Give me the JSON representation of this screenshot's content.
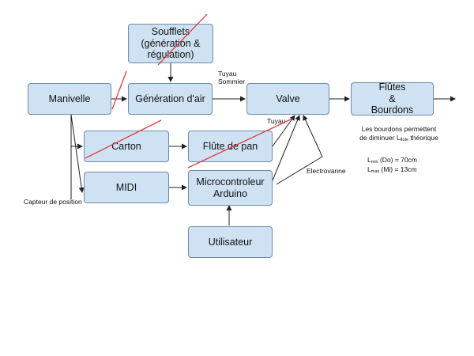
{
  "boxes": {
    "soufflets": "Soufflets\n(génération &\nrégulation)",
    "manivelle": "Manivelle",
    "generation_air": "Génération d'air",
    "valve": "Valve",
    "flutes_bourdons": "Flûtes\n&\nBourdons",
    "carton": "Carton",
    "flute_pan": "Flûte de pan",
    "midi": "MIDI",
    "microcontroleur": "Microcontroleur\nArduino",
    "utilisateur": "Utilisateur"
  },
  "labels": {
    "tuyau_sommier": "Tuyau\nSommier",
    "tuyau": "Tuyau",
    "electrovanne": "Electrovanne",
    "capteur": "Capteur de position"
  },
  "note": {
    "line1": "Les bourdons permettent",
    "line2_pre": "de diminuer L",
    "line2_sub": "flûte",
    "line2_post": " théorique",
    "lmin_sub": "min",
    "lmin_text": " (Do) = 70cm",
    "lmax_sub": "max",
    "lmax_text": " (Mi) = 13cm",
    "L": "L"
  },
  "colors": {
    "box_fill": "#cfe2f3",
    "box_border": "#6f8ba8",
    "strike": "#e04040",
    "arrow": "#222222"
  }
}
